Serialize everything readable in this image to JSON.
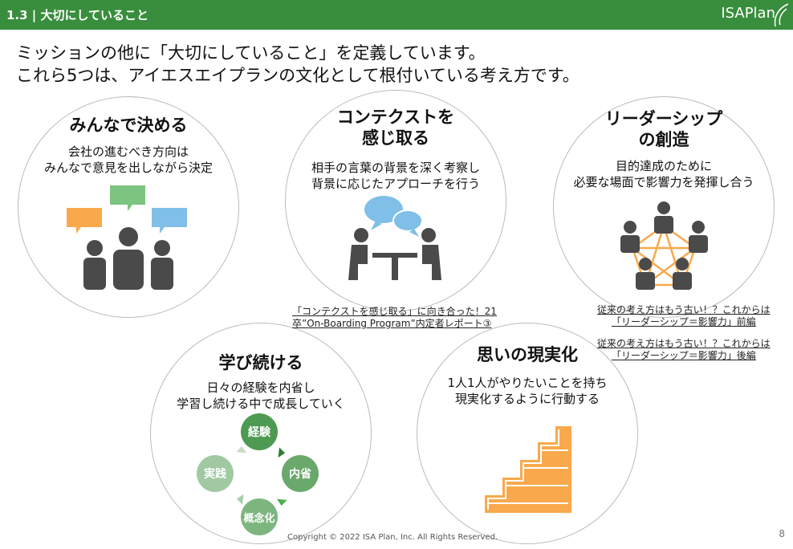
{
  "header": {
    "title": "1.3 | 大切にしていること",
    "logo": "ISAPlan"
  },
  "intro": {
    "line1": "ミッションの他に「大切にしていること」を定義しています。",
    "line2": "これら5つは、アイエスエイプランの文化として根付いている考え方です。"
  },
  "values": [
    {
      "title": "みんなで決める",
      "desc1": "会社の進むべき方向は",
      "desc2": "みんなで意見を出しながら決定",
      "icon": "people-speech-bubbles-icon"
    },
    {
      "title1": "コンテクストを",
      "title2": "感じ取る",
      "desc1": "相手の言葉の背景を深く考察し",
      "desc2": "背景に応じたアプローチを行う",
      "icon": "meeting-conversation-icon"
    },
    {
      "title1": "リーダーシップ",
      "title2": "の創造",
      "desc1": "目的達成のために",
      "desc2": "必要な場面で影響力を発揮し合う",
      "icon": "network-people-icon"
    },
    {
      "title": "学び続ける",
      "desc1": "日々の経験を内省し",
      "desc2": "学習し続ける中で成長していく",
      "cycle": [
        "経験",
        "内省",
        "概念化",
        "実践"
      ]
    },
    {
      "title": "思いの現実化",
      "desc1": "1人1人がやりたいことを持ち",
      "desc2": "現実化するように行動する",
      "icon": "stairs-icon"
    }
  ],
  "links": {
    "context1": "「コンテクストを感じ取る」に向き合った！21",
    "context2": "卒”On-Boarding Program”内定者レポート③",
    "lead1a": "従来の考え方はもう古い！？これからは",
    "lead1b": "「リーダーシップ＝影響力」前編",
    "lead2a": "従来の考え方はもう古い！？これからは",
    "lead2b": "「リーダーシップ＝影響力」後編"
  },
  "footer": {
    "copyright": "Copyright © 2022 ISA Plan, Inc. All Rights Reserved.",
    "page": "8"
  },
  "colors": {
    "header": "#388e3c",
    "icon": "#4a4a4a",
    "orange": "#f9a94b"
  }
}
